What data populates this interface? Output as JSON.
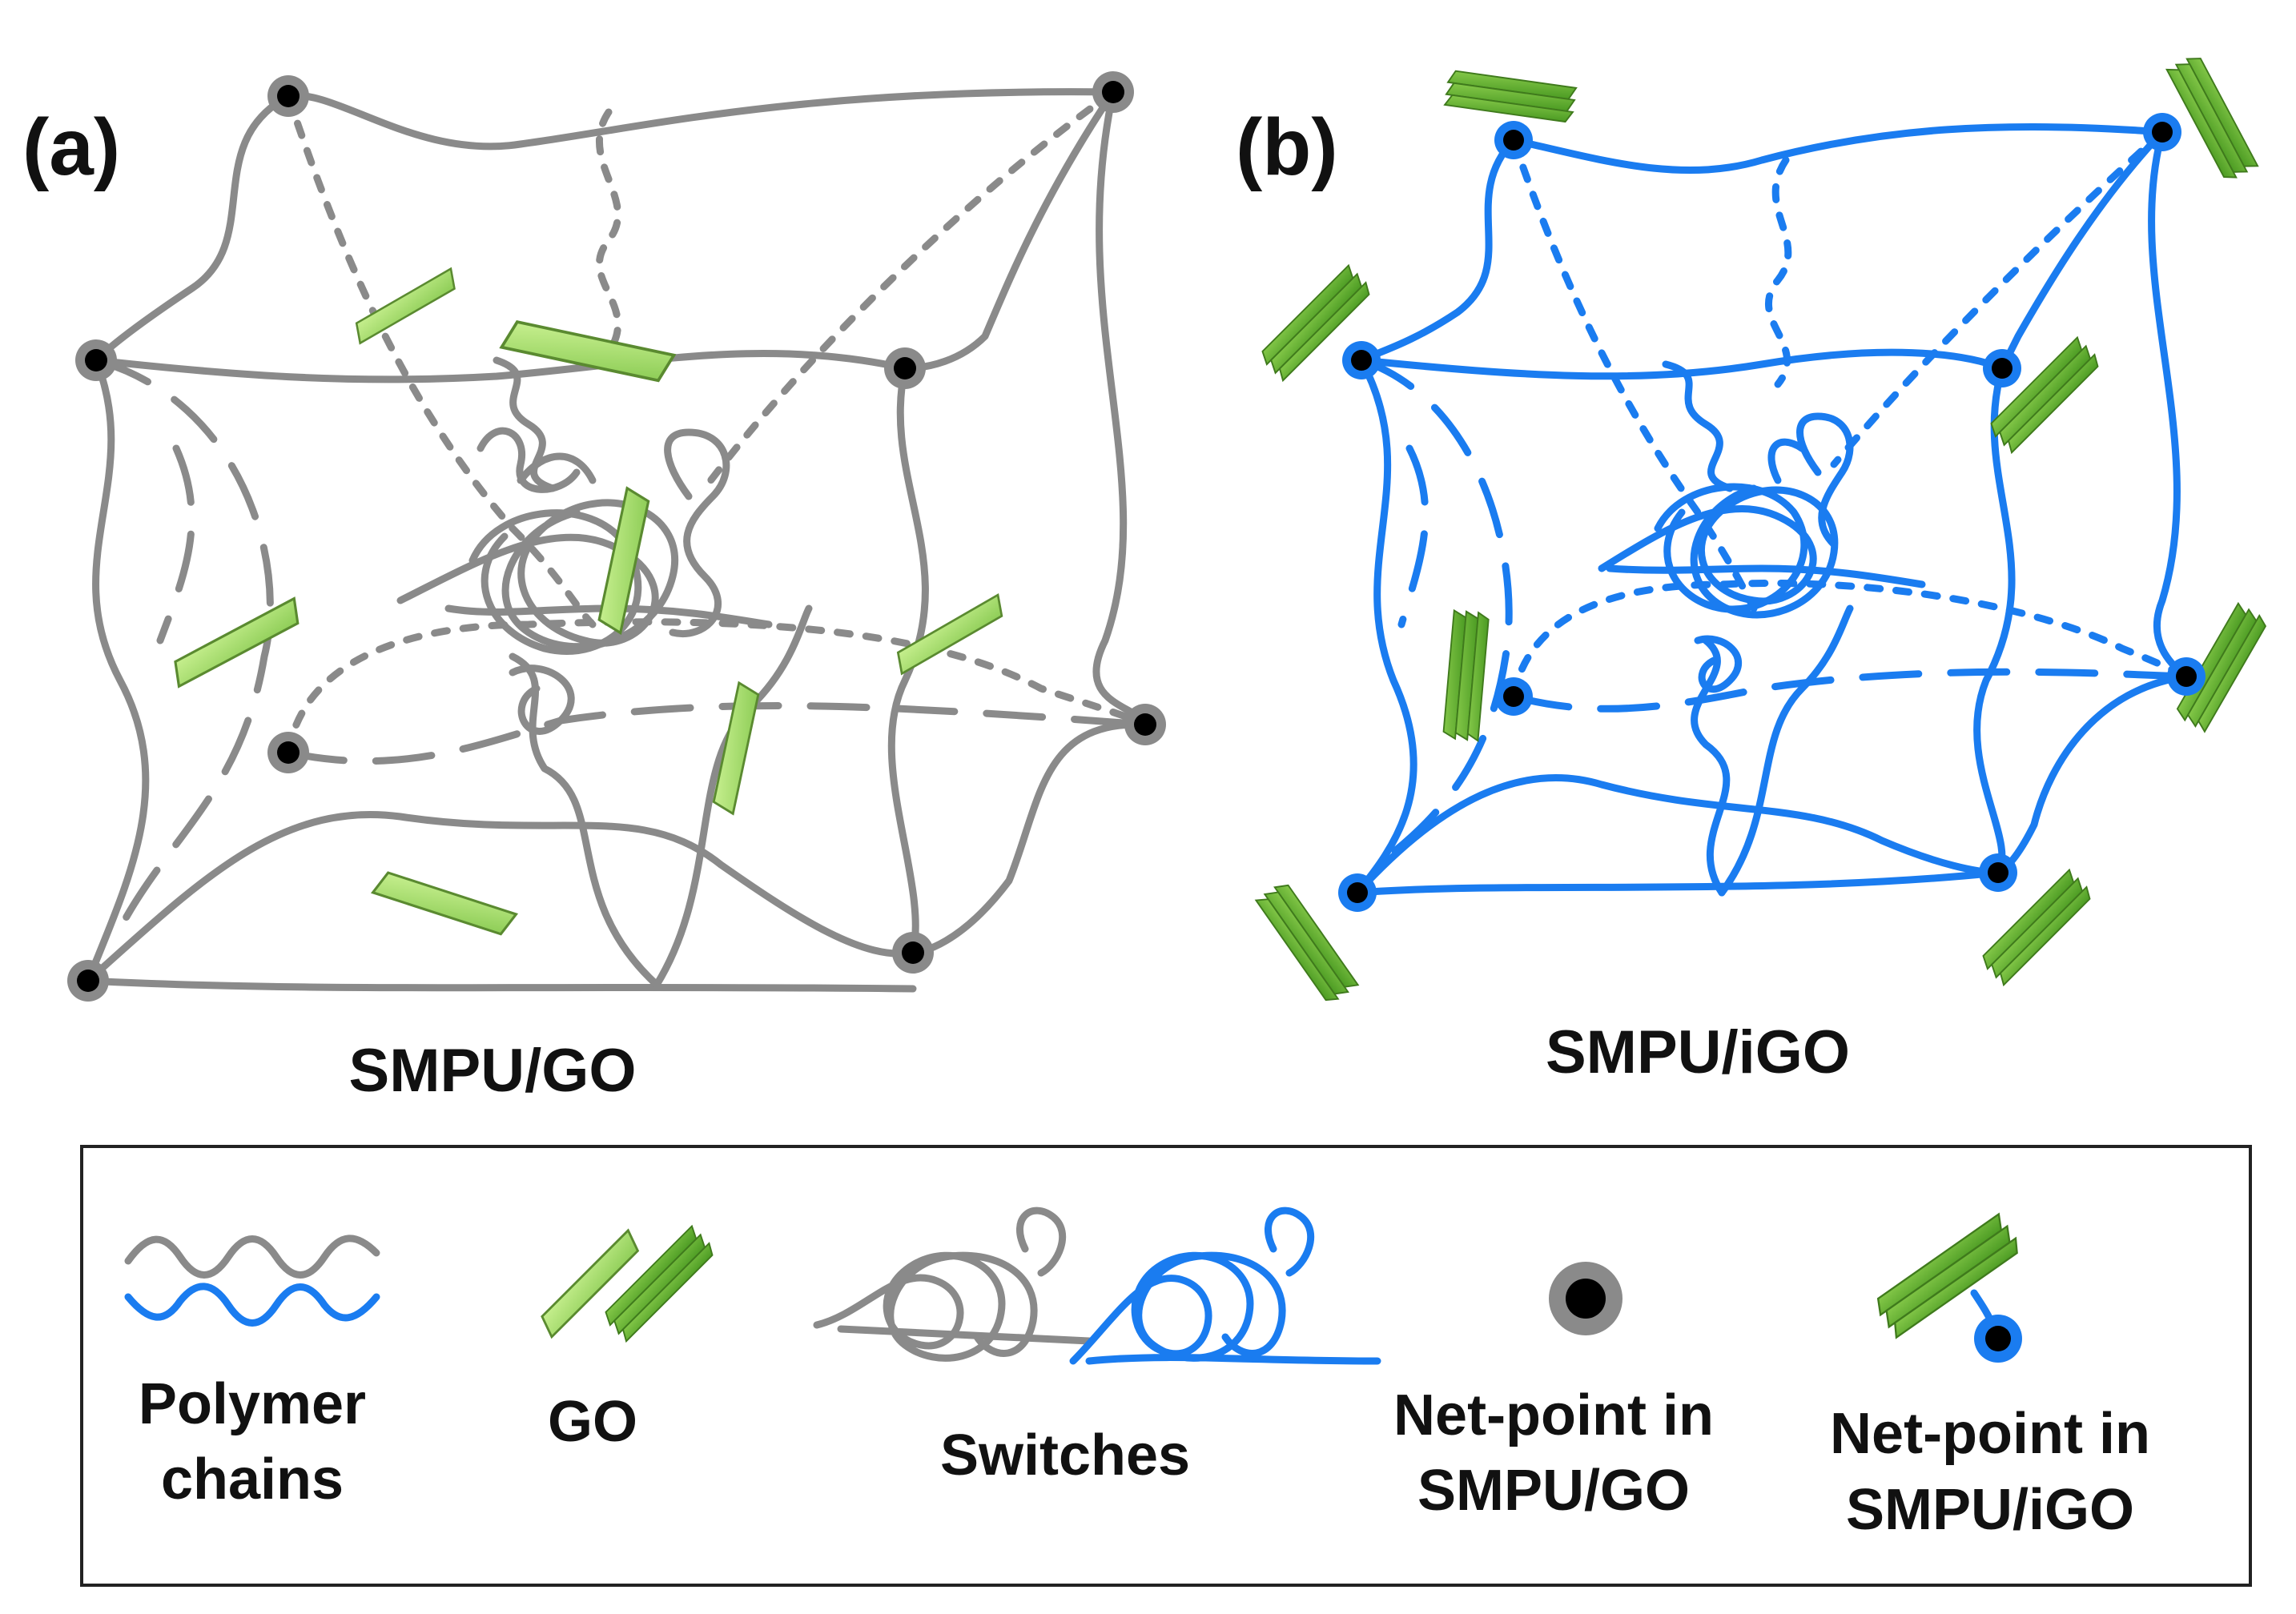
{
  "panels": {
    "a": {
      "tag": "(a)",
      "caption": "SMPU/GO"
    },
    "b": {
      "tag": "(b)",
      "caption": "SMPU/iGO"
    }
  },
  "legend": {
    "polymer_chains": [
      "Polymer",
      "chains"
    ],
    "go": "GO",
    "switches": "Switches",
    "netpoint_go": [
      "Net-point in",
      "SMPU/GO"
    ],
    "netpoint_igo": [
      "Net-point in",
      "SMPU/iGO"
    ]
  },
  "colors": {
    "gray_chain": "#8a8a8a",
    "blue_chain": "#1a7cf0",
    "go_sheet_light": "#a8e070",
    "go_sheet_dark": "#5fae2e",
    "netpoint": "#000000"
  }
}
